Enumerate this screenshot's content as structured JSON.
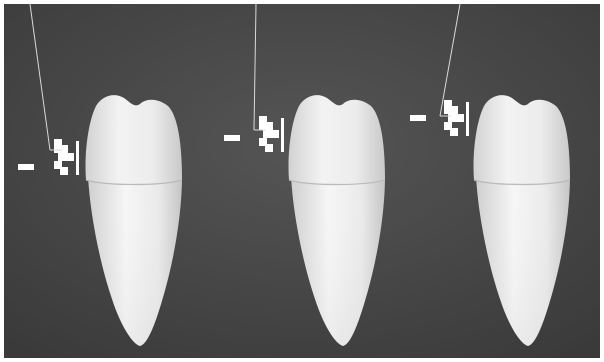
{
  "scene": {
    "description_free": true,
    "panels": [
      {
        "id": "tooth-1"
      },
      {
        "id": "tooth-2"
      },
      {
        "id": "tooth-3"
      }
    ],
    "colors": {
      "background": "#4a4a4a",
      "border": "#ffffff",
      "tooth": "#e9e9e9",
      "wire": "#d8d8d8"
    }
  }
}
